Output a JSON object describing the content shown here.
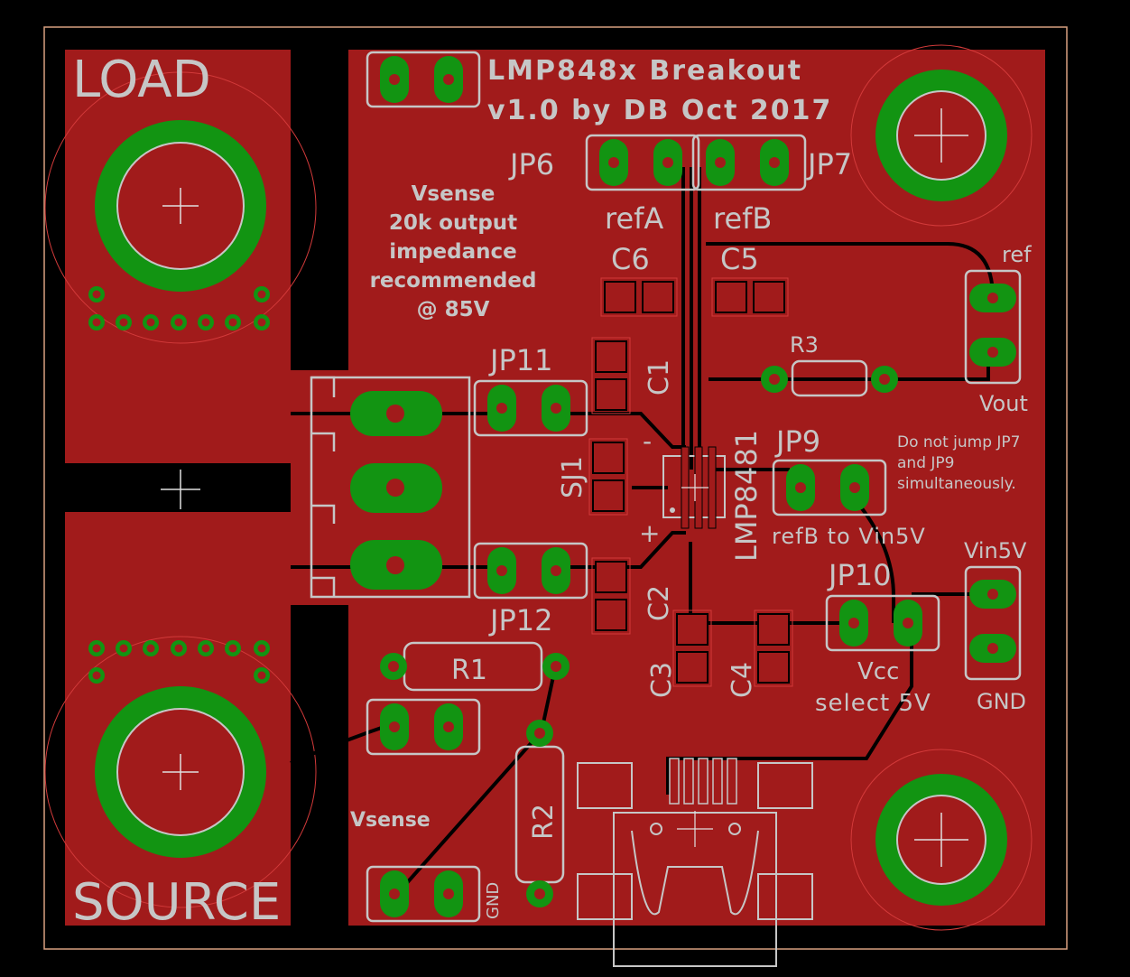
{
  "colors": {
    "background": "#000000",
    "copper": "#a11b1b",
    "pad": "#129412",
    "silk": "#c6c6c6",
    "trace": "#000000",
    "hole": "#a11b1b",
    "outline": "#d8a080",
    "keepout": "#d23a3a"
  },
  "title": {
    "line1": "LMP848x Breakout",
    "line2": "v1.0 by DB Oct 2017"
  },
  "connectors": {
    "load": "LOAD",
    "source": "SOURCE"
  },
  "note_vsense": [
    "Vsense",
    "20k output",
    "impedance",
    "recommended",
    "@ 85V"
  ],
  "note_jump": [
    "Do not jump JP7",
    "and JP9",
    "simultaneously."
  ],
  "labels": {
    "jp6": "JP6",
    "jp7": "JP7",
    "refA": "refA",
    "refB": "refB",
    "c6": "C6",
    "c5": "C5",
    "c1": "C1",
    "c2": "C2",
    "c3": "C3",
    "c4": "C4",
    "jp11": "JP11",
    "jp12": "JP12",
    "sj1": "SJ1",
    "minus": "-",
    "plus": "+",
    "r1": "R1",
    "r2": "R2",
    "r3": "R3",
    "ic": "LMP8481",
    "jp9": "JP9",
    "jp9_note": "refB to Vin5V",
    "jp10": "JP10",
    "vcc": "Vcc",
    "select5v": "select 5V",
    "ref": "ref",
    "vout": "Vout",
    "vin5v": "Vin5V",
    "gnd_right": "GND",
    "vsense_bottom": "Vsense",
    "gnd_bottom": "GND"
  }
}
